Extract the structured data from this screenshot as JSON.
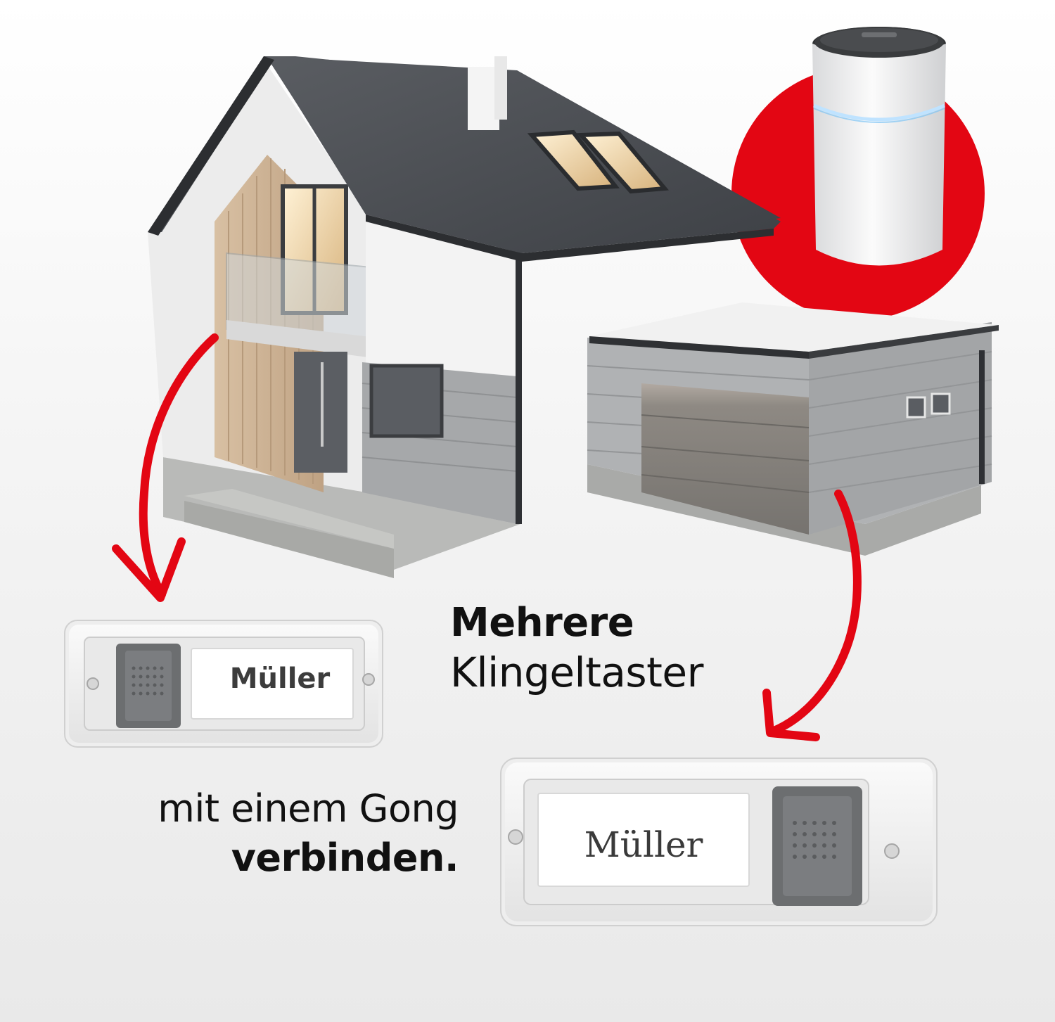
{
  "headline": {
    "line1": "Mehrere",
    "line2": "Klingeltaster"
  },
  "tagline": {
    "line1": "mit einem Gong",
    "line2": "verbinden."
  },
  "doorbell_left": {
    "nameplate": "Müller"
  },
  "doorbell_right": {
    "nameplate": "Müller"
  },
  "colors": {
    "accent_red": "#e30613",
    "text": "#111111",
    "roof": "#4a4d52",
    "wall_white": "#f2f2f2",
    "cladding_gray": "#a9abad",
    "wood": "#c9ae8f"
  }
}
